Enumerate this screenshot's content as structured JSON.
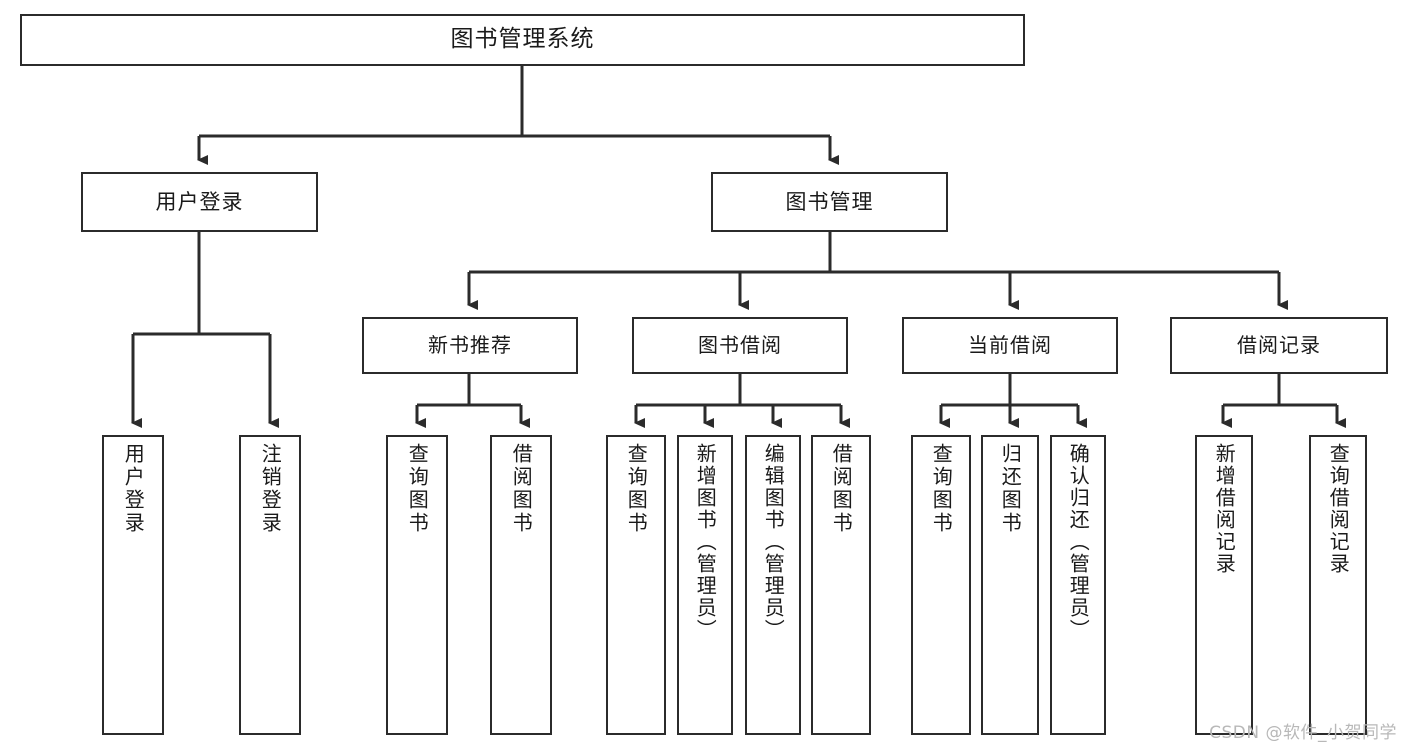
{
  "diagram": {
    "type": "tree-hierarchy",
    "title": "图书管理系统",
    "root": {
      "label": "图书管理系统"
    },
    "level2": [
      {
        "key": "user-login",
        "label": "用户登录"
      },
      {
        "key": "book-management",
        "label": "图书管理"
      }
    ],
    "level3": [
      {
        "key": "new-book-recommend",
        "label": "新书推荐"
      },
      {
        "key": "book-borrow",
        "label": "图书借阅"
      },
      {
        "key": "current-borrow",
        "label": "当前借阅"
      },
      {
        "key": "borrow-record",
        "label": "借阅记录"
      }
    ],
    "leaves": {
      "user_login": [
        {
          "key": "user-login-leaf",
          "label": "用户登录"
        },
        {
          "key": "logout-leaf",
          "label": "注销登录"
        }
      ],
      "new_book_recommend": [
        {
          "key": "query-book-1",
          "label": "查询图书"
        },
        {
          "key": "borrow-book-1",
          "label": "借阅图书"
        }
      ],
      "book_borrow": [
        {
          "key": "query-book-2",
          "label": "查询图书"
        },
        {
          "key": "add-book",
          "label": "新增图书（管理员）"
        },
        {
          "key": "edit-book",
          "label": "编辑图书（管理员）"
        },
        {
          "key": "borrow-book-2",
          "label": "借阅图书"
        }
      ],
      "current_borrow": [
        {
          "key": "query-book-3",
          "label": "查询图书"
        },
        {
          "key": "return-book",
          "label": "归还图书"
        },
        {
          "key": "confirm-return",
          "label": "确认归还（管理员）"
        }
      ],
      "borrow_record": [
        {
          "key": "add-borrow-record",
          "label": "新增借阅记录"
        },
        {
          "key": "query-borrow-record",
          "label": "查询借阅记录"
        }
      ]
    }
  },
  "watermark": {
    "text": "CSDN @软件_小贺同学"
  },
  "colors": {
    "stroke": "#2b2b2b",
    "background": "#ffffff",
    "text": "#1a1a1a",
    "watermark": "#b8b8b8"
  }
}
